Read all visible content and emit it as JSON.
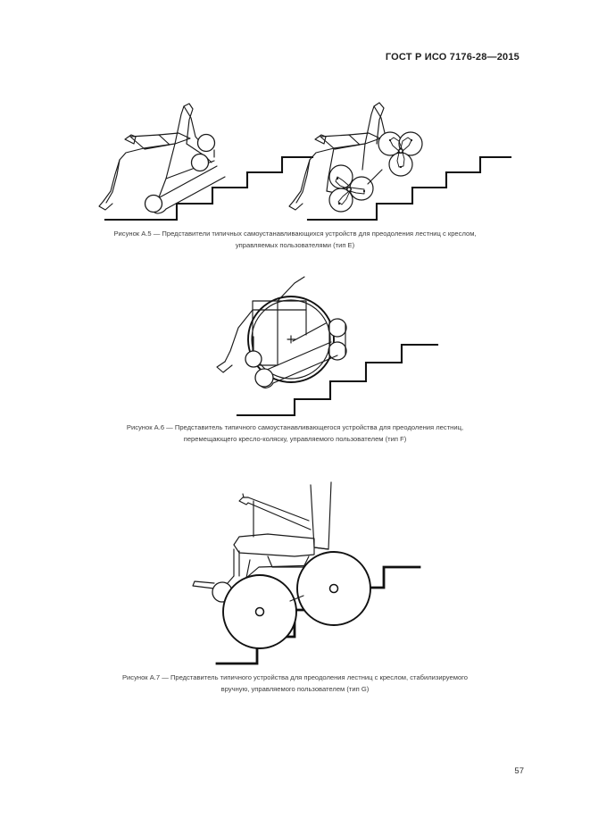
{
  "document": {
    "standard_header": "ГОСТ Р ИСО 7176-28—2015",
    "page_number": "57"
  },
  "figures": [
    {
      "id": "figure-a5",
      "caption_line1": "Рисунок А.5 — Представители типичных самоустанавливающихся устройств для преодоления лестниц с креслом,",
      "caption_line2": "управляемых пользователями (тип E)",
      "label": "Рисунок А.5",
      "type_code": "E",
      "art_name": "stair-climbing-chair-devices-type-e"
    },
    {
      "id": "figure-a6",
      "caption_line1": "Рисунок А.6 — Представитель типичного самоустанавливающегося устройства для преодоления лестниц,",
      "caption_line2": "перемещающего кресло-коляску, управляемого пользователем (тип F)",
      "label": "Рисунок А.6",
      "type_code": "F",
      "art_name": "stair-climbing-wheelchair-carrier-type-f"
    },
    {
      "id": "figure-a7",
      "caption_line1": "Рисунок А.7 — Представитель типичного устройства для преодоления лестниц с креслом, стабилизируемого",
      "caption_line2": "вручную, управляемого пользователем (тип G)",
      "label": "Рисунок А.7",
      "type_code": "G",
      "art_name": "manually-stabilised-stair-climbing-chair-type-g"
    }
  ]
}
